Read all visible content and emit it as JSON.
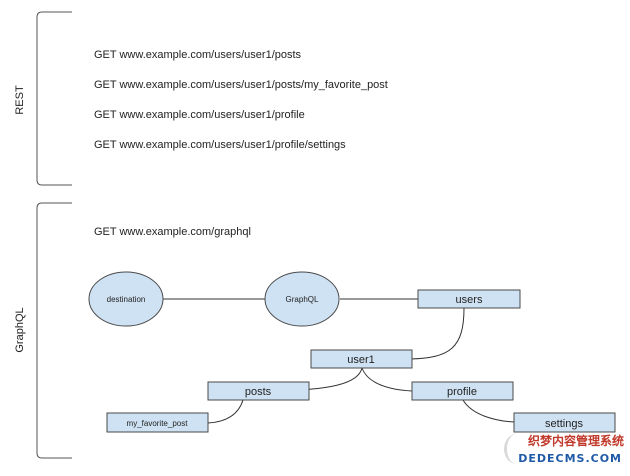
{
  "rest": {
    "label": "REST",
    "requests": [
      "GET www.example.com/users/user1/posts",
      "GET www.example.com/users/user1/posts/my_favorite_post",
      "GET www.example.com/users/user1/profile",
      "GET www.example.com/users/user1/profile/settings"
    ]
  },
  "graphql": {
    "label": "GraphQL",
    "request": "GET www.example.com/graphql",
    "nodes": {
      "destination": "destination",
      "graphql": "GraphQL",
      "users": "users",
      "user1": "user1",
      "posts": "posts",
      "profile": "profile",
      "my_favorite_post": "my_favorite_post",
      "settings": "settings"
    }
  },
  "colors": {
    "node_fill": "#cfe2f3",
    "node_stroke": "#4a4a4a",
    "bracket": "#555555"
  },
  "watermark": {
    "line1": "织梦内容管理系统",
    "line2": "DEDECMS.COM"
  }
}
